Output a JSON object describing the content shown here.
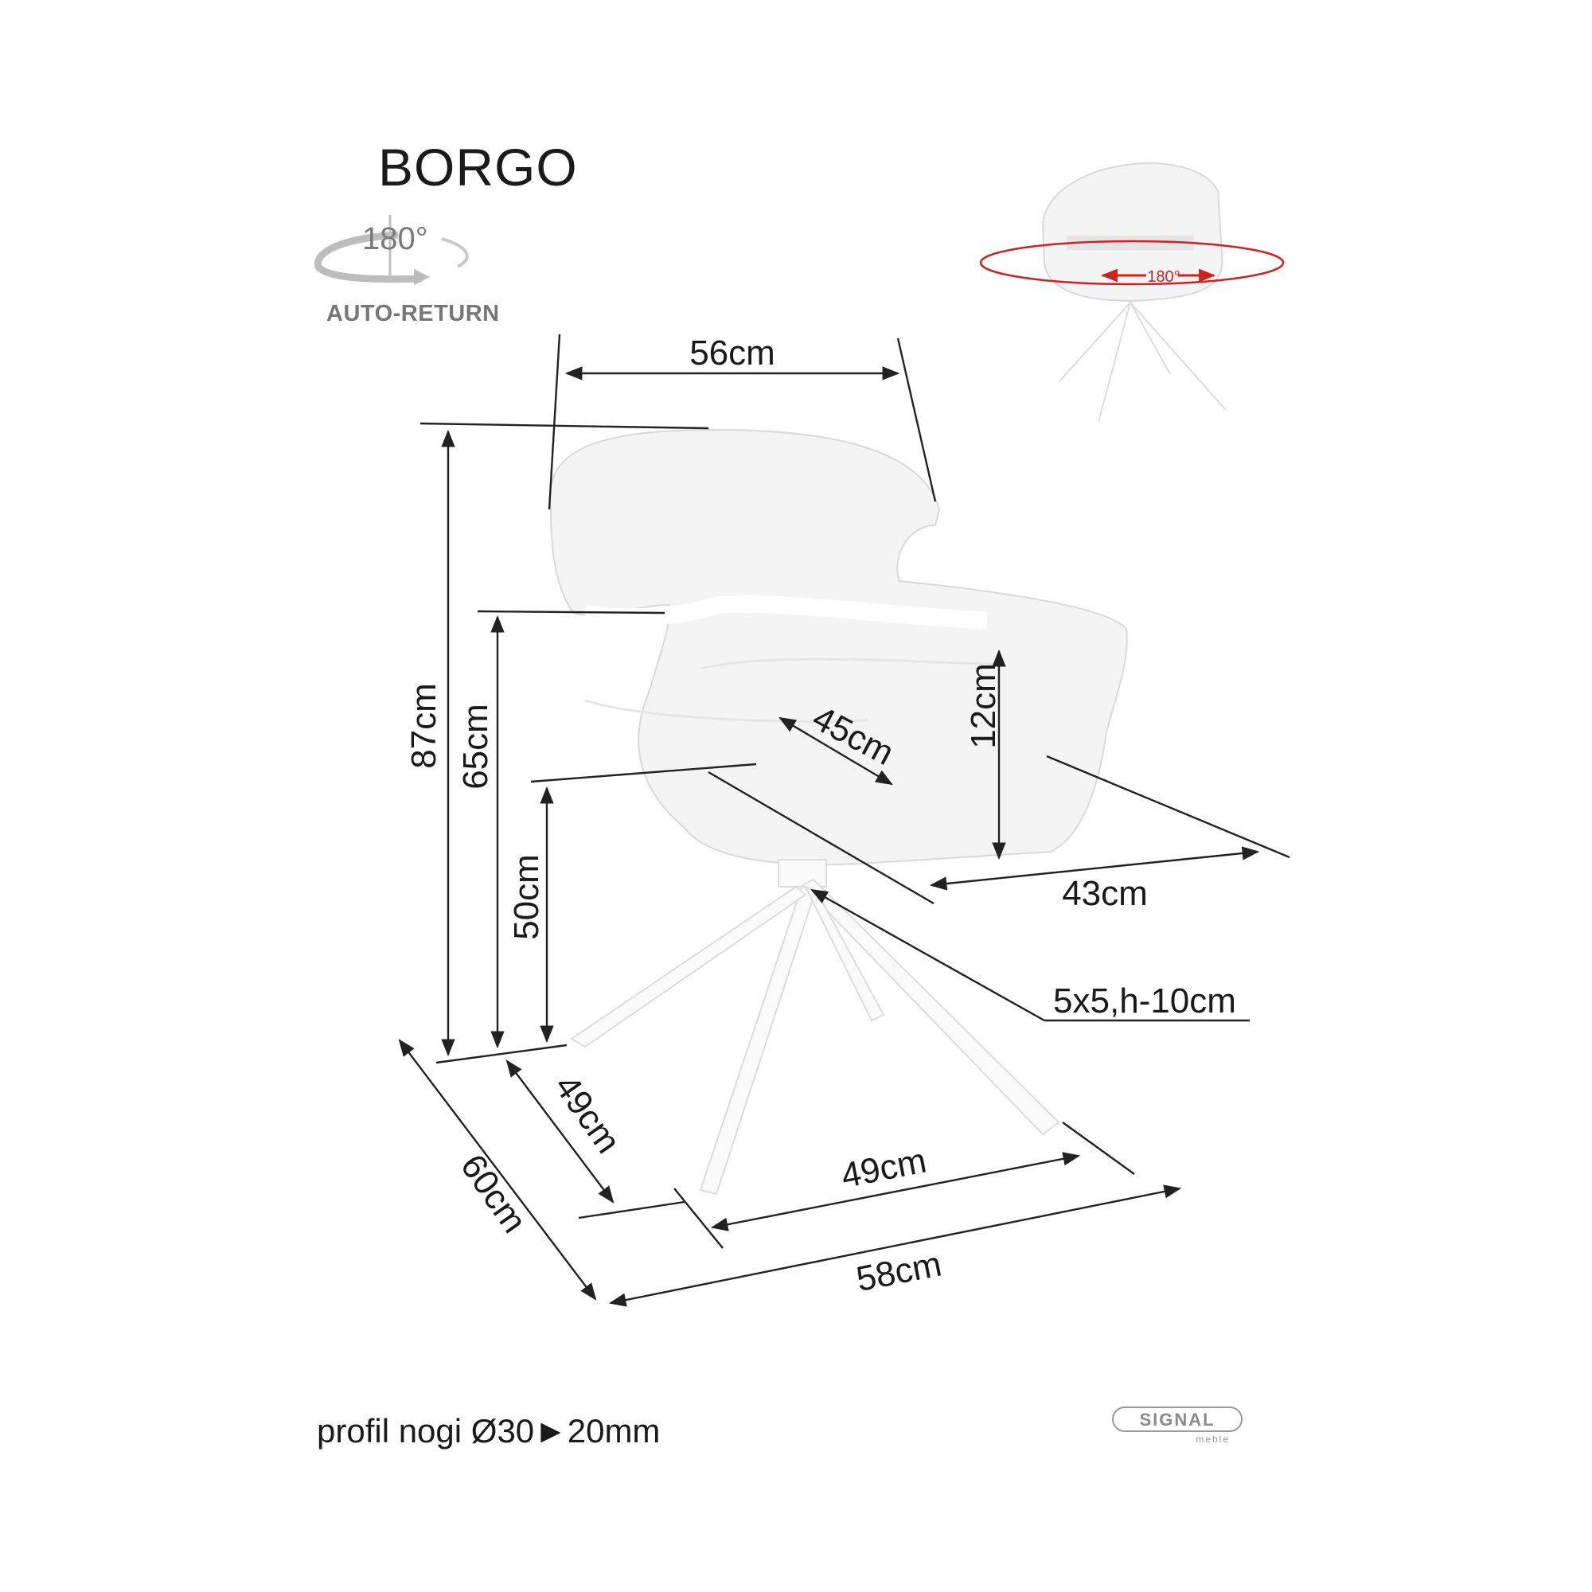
{
  "title": "BORGO",
  "rotation_badge": {
    "degrees": "180°",
    "label": "AUTO-RETURN",
    "icon": "rotation-arrow-icon"
  },
  "swivel_preview": {
    "degrees": "180°",
    "accent_color": "#cc2222",
    "icon": "swivel-arrow-icon"
  },
  "dimensions": {
    "backrest_width": "56cm",
    "total_height": "87cm",
    "armrest_height": "65cm",
    "seat_height": "50cm",
    "seat_depth": "45cm",
    "side_height": "12cm",
    "seat_width": "43cm",
    "leg_profile": "5x5,h-10cm",
    "base_depth": "49cm",
    "base_width": "49cm",
    "total_depth": "60cm",
    "total_width": "58cm"
  },
  "footer": {
    "profile": "profil nogi Ø30►20mm",
    "brand": "SIGNAL",
    "brand_sub": "meble"
  }
}
